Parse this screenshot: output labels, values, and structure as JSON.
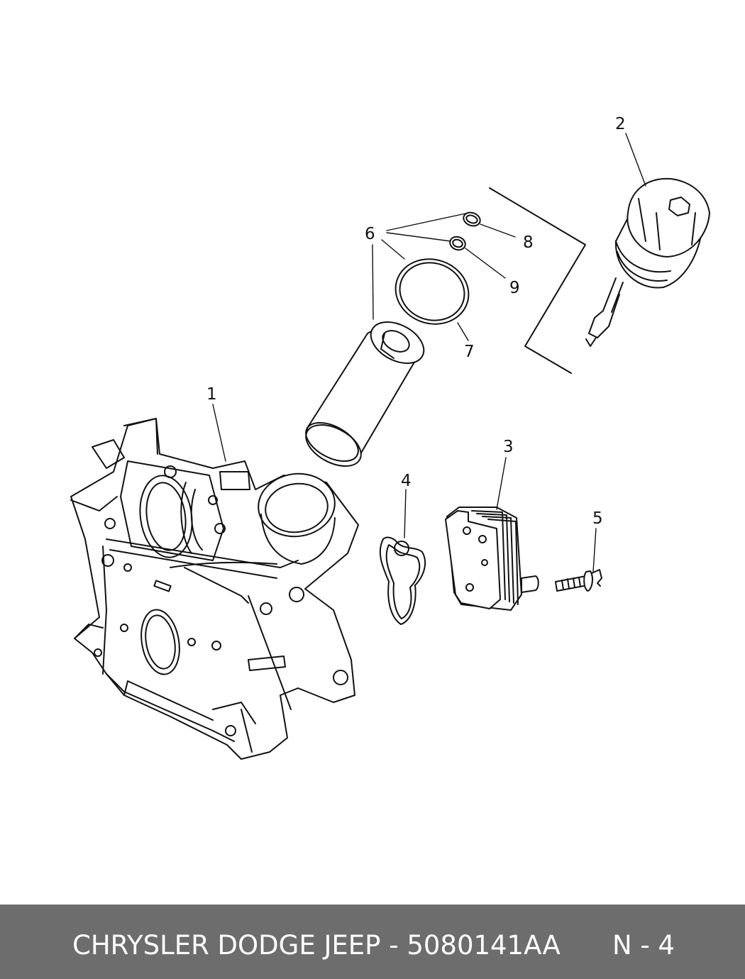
{
  "callouts": [
    "1",
    "2",
    "3",
    "4",
    "5",
    "6",
    "7",
    "8",
    "9"
  ],
  "footer": {
    "title": "CHRYSLER DODGE JEEP - 5080141AA",
    "page_code": "N - 4",
    "background": "#6d6d6d",
    "text_color": "#ffffff"
  }
}
